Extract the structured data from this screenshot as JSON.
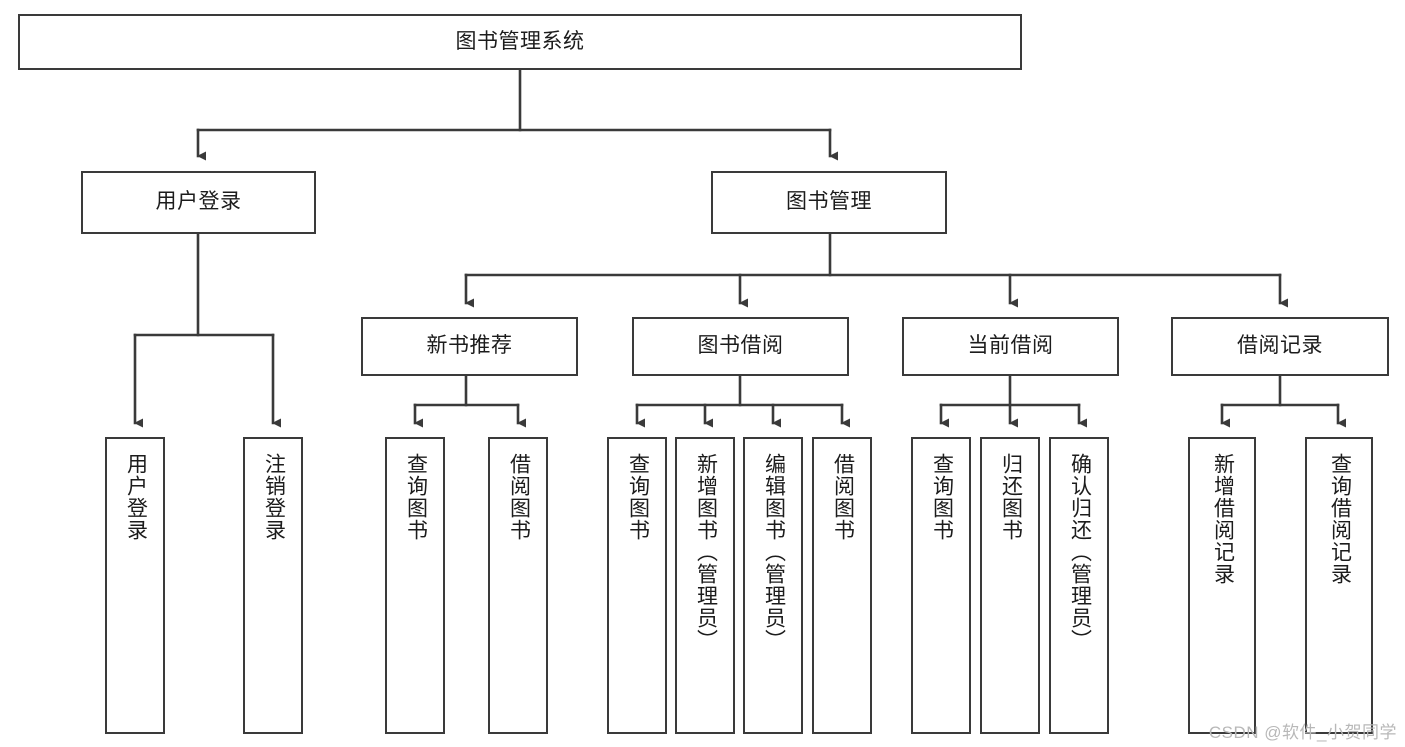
{
  "diagram": {
    "type": "tree",
    "title": "图书管理系统",
    "line_color": "#3a3a3a",
    "box_fill": "#ffffff",
    "text_color": "#1c1c1c",
    "root": {
      "id": "root",
      "label": "图书管理系统"
    },
    "level2": [
      {
        "id": "user-login",
        "label": "用户登录"
      },
      {
        "id": "book-manage",
        "label": "图书管理"
      }
    ],
    "level3": [
      {
        "id": "new-book-recommend",
        "label": "新书推荐"
      },
      {
        "id": "book-borrow",
        "label": "图书借阅"
      },
      {
        "id": "current-borrow",
        "label": "当前借阅"
      },
      {
        "id": "borrow-record",
        "label": "借阅记录"
      }
    ],
    "leaves": {
      "user_login": [
        {
          "id": "leaf-user-login",
          "label": "用户登录"
        },
        {
          "id": "leaf-logout",
          "label": "注销登录"
        }
      ],
      "new_book_recommend": [
        {
          "id": "leaf-query-book-1",
          "label": "查询图书"
        },
        {
          "id": "leaf-borrow-book-1",
          "label": "借阅图书"
        }
      ],
      "book_borrow": [
        {
          "id": "leaf-query-book-2",
          "label": "查询图书"
        },
        {
          "id": "leaf-add-book",
          "label": "新增图书（管理员）"
        },
        {
          "id": "leaf-edit-book",
          "label": "编辑图书（管理员）"
        },
        {
          "id": "leaf-borrow-book-2",
          "label": "借阅图书"
        }
      ],
      "current_borrow": [
        {
          "id": "leaf-query-book-3",
          "label": "查询图书"
        },
        {
          "id": "leaf-return-book",
          "label": "归还图书"
        },
        {
          "id": "leaf-confirm-return",
          "label": "确认归还（管理员）"
        }
      ],
      "borrow_record": [
        {
          "id": "leaf-add-record",
          "label": "新增借阅记录"
        },
        {
          "id": "leaf-query-record",
          "label": "查询借阅记录"
        }
      ]
    }
  },
  "watermark": {
    "text": "CSDN @软件_小贺同学"
  }
}
